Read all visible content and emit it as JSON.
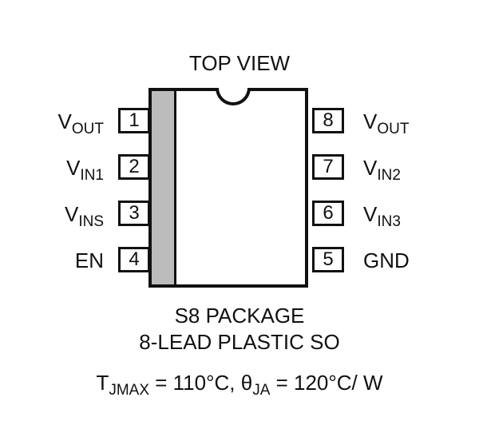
{
  "title": "TOP VIEW",
  "pins_left": [
    {
      "num": "1",
      "main": "V",
      "sub": "OUT"
    },
    {
      "num": "2",
      "main": "V",
      "sub": "IN1"
    },
    {
      "num": "3",
      "main": "V",
      "sub": "INS"
    },
    {
      "num": "4",
      "main": "EN",
      "sub": ""
    }
  ],
  "pins_right": [
    {
      "num": "8",
      "main": "V",
      "sub": "OUT"
    },
    {
      "num": "7",
      "main": "V",
      "sub": "IN2"
    },
    {
      "num": "6",
      "main": "V",
      "sub": "IN3"
    },
    {
      "num": "5",
      "main": "GND",
      "sub": ""
    }
  ],
  "package": {
    "line1": "S8 PACKAGE",
    "line2": "8-LEAD PLASTIC SO"
  },
  "thermal": {
    "t_main": "T",
    "t_sub": "JMAX",
    "t_val": " = 110°C, ",
    "theta_main": "θ",
    "theta_sub": "JA",
    "theta_val": " = 120°C/ W"
  },
  "colors": {
    "outline": "#111111",
    "pin1_stripe": "#bcbcbc"
  }
}
